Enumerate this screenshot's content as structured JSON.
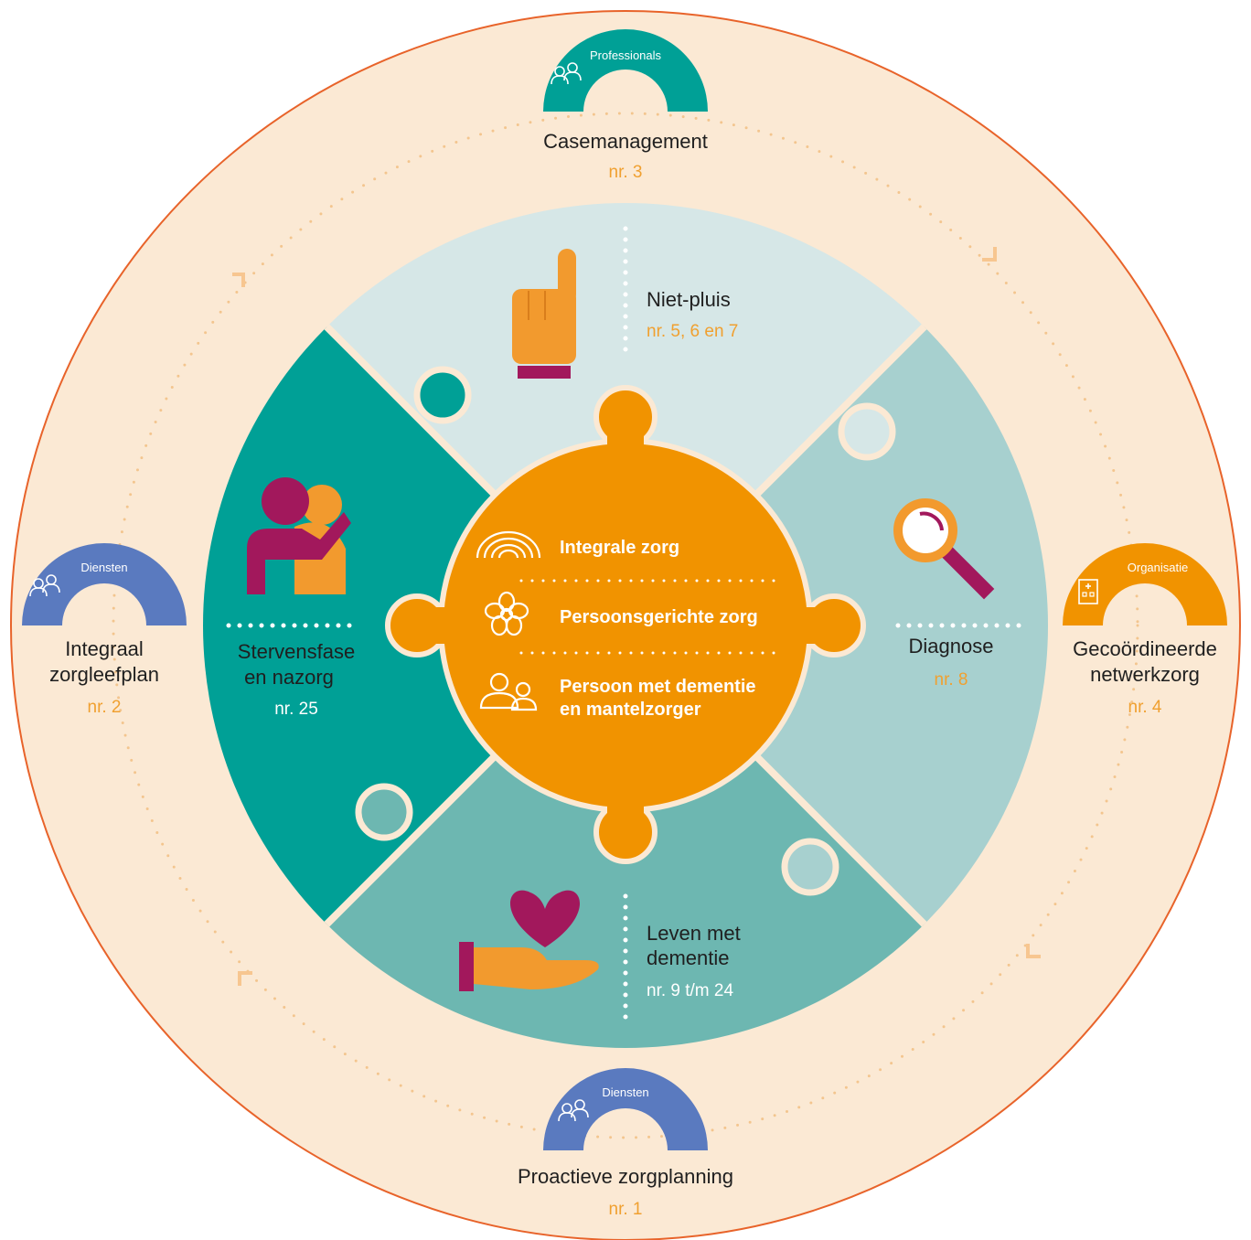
{
  "colors": {
    "outer_ring_fill": "#fbe9d4",
    "outer_ring_stroke": "#e8632a",
    "quadrant_top": "#d6e7e7",
    "quadrant_right": "#a7d0cf",
    "quadrant_bottom": "#6db7b1",
    "quadrant_left": "#00a096",
    "center": "#f19300",
    "orange_icon": "#f29a2e",
    "magenta": "#a2185c",
    "badge_teal": "#00a096",
    "badge_blue": "#5a7abf",
    "badge_orange": "#f19300"
  },
  "outer_items": [
    {
      "id": "top",
      "badge": "Professionals",
      "badge_icon": "professionals-icon",
      "title_lines": [
        "Casemanagement"
      ],
      "nr": "nr. 3"
    },
    {
      "id": "left",
      "badge": "Diensten",
      "badge_icon": "services-icon",
      "title_lines": [
        "Integraal",
        "zorgleefplan"
      ],
      "nr": "nr. 2"
    },
    {
      "id": "right",
      "badge": "Organisatie",
      "badge_icon": "organization-icon",
      "title_lines": [
        "Gecoördineerde",
        "netwerkzorg"
      ],
      "nr": "nr. 4"
    },
    {
      "id": "bottom",
      "badge": "Diensten",
      "badge_icon": "services-icon",
      "title_lines": [
        "Proactieve zorgplanning"
      ],
      "nr": "nr. 1"
    }
  ],
  "quadrants": {
    "top": {
      "title_lines": [
        "Niet-pluis"
      ],
      "nr": "nr. 5, 6 en 7",
      "icon": "pointing-finger-icon"
    },
    "right": {
      "title_lines": [
        "Diagnose"
      ],
      "nr": "nr. 8",
      "icon": "magnifier-icon"
    },
    "bottom": {
      "title_lines": [
        "Leven met",
        "dementie"
      ],
      "nr": "nr. 9 t/m 24",
      "icon": "heart-hand-icon"
    },
    "left": {
      "title_lines": [
        "Stervensfase",
        "en nazorg"
      ],
      "nr": "nr. 25",
      "icon": "embrace-icon"
    }
  },
  "center_items": [
    {
      "label_lines": [
        "Integrale zorg"
      ],
      "icon": "rainbow-icon"
    },
    {
      "label_lines": [
        "Persoonsgerichte zorg"
      ],
      "icon": "flower-icon"
    },
    {
      "label_lines": [
        "Persoon met dementie",
        "en mantelzorger"
      ],
      "icon": "people-icon"
    }
  ]
}
